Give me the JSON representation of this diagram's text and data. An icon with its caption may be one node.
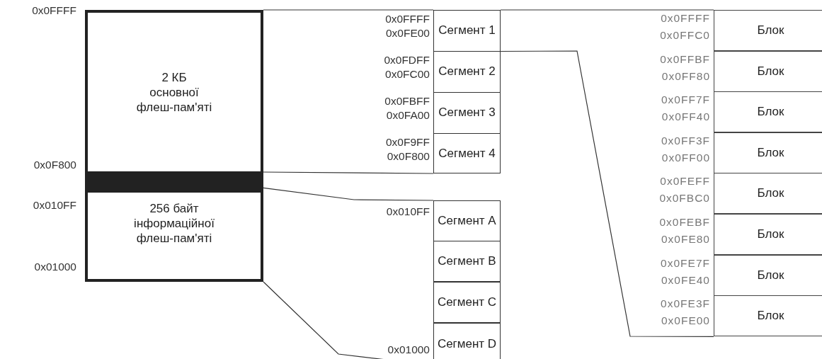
{
  "diagram": {
    "nodes": [
      {
        "text": [
          "2 КБ",
          "основної флеш-пам'яті"
        ],
        "beside": [
          "0x0FFFF",
          "0x0F800"
        ]
      },
      {
        "text": [
          "256 байт",
          "інформаційної флеш-пам'яті"
        ],
        "beside": [
          "0x010FF",
          "0x01000"
        ]
      },
      {
        "text": [
          "Сегмент 1"
        ],
        "beside": [
          "0x0FFFF",
          "0x0FE00"
        ]
      },
      {
        "text": [
          "Сегмент 2"
        ],
        "beside": [
          "0x0FDFF",
          "0x0FC00"
        ]
      },
      {
        "text": [
          "Сегмент 3"
        ],
        "beside": [
          "0x0FBFF",
          "0x0FA00"
        ]
      },
      {
        "text": [
          "Сегмент 4"
        ],
        "beside": [
          "0x0F9FF",
          "0x0F800"
        ]
      },
      {
        "text": [
          "Сегмент A"
        ],
        "beside": [
          "0x010FF"
        ]
      },
      {
        "text": [
          "Сегмент B"
        ]
      },
      {
        "text": [
          "Сегмент C"
        ]
      },
      {
        "text": [
          "Сегмент D"
        ],
        "beside": [
          "0x01000"
        ]
      },
      {
        "text": [
          "Блок"
        ],
        "beside": [
          "0x0FFFF",
          "0x0FFC0"
        ]
      },
      {
        "text": [
          "Блок"
        ],
        "beside": [
          "0x0FFBF",
          "0x0FF80"
        ]
      },
      {
        "text": [
          "Блок"
        ],
        "beside": [
          "0x0FF7F",
          "0x0FF40"
        ]
      },
      {
        "text": [
          "Блок"
        ],
        "beside": [
          "0x0FF3F",
          "0x0FF00"
        ]
      },
      {
        "text": [
          "Блок"
        ],
        "beside": [
          "0x0FEFF",
          "0x0FBC0"
        ]
      },
      {
        "text": [
          "Блок"
        ],
        "beside": [
          "0x0FEBF",
          "0x0FE80"
        ]
      },
      {
        "text": [
          "Блок"
        ],
        "beside": [
          "0x0FE7F",
          "0x0FE40"
        ]
      },
      {
        "text": [
          "Блок"
        ],
        "beside": [
          "0x0FE3F",
          "0x0FE00"
        ]
      },
      {
        "text": [],
        "shape": "bar"
      }
    ],
    "edges": [
      {
        "from": 0,
        "to": 2,
        "arrow": "none"
      },
      {
        "from": 0,
        "to": 5,
        "arrow": "none"
      },
      {
        "from": 1,
        "to": 6,
        "arrow": "none"
      },
      {
        "from": 1,
        "to": 9,
        "arrow": "none"
      },
      {
        "from": 2,
        "to": 10,
        "arrow": "none"
      },
      {
        "from": 2,
        "to": 17,
        "arrow": "none"
      }
    ]
  }
}
